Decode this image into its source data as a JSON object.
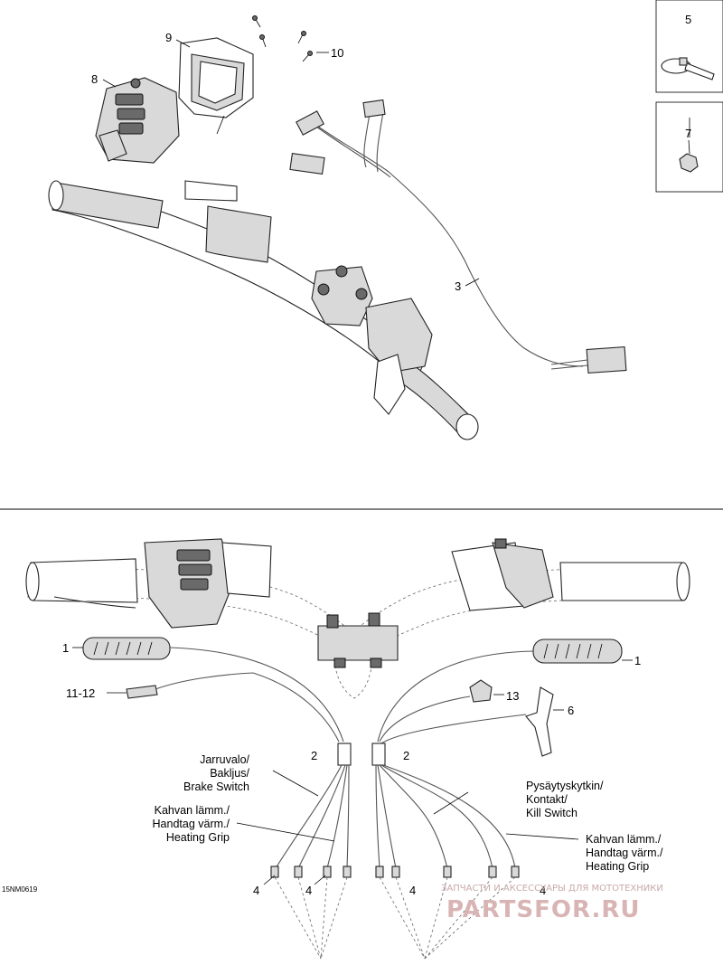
{
  "callouts": {
    "c1_left": "1",
    "c1_right": "1",
    "c2_left": "2",
    "c2_right": "2",
    "c3": "3",
    "c4_a": "4",
    "c4_b": "4",
    "c4_c": "4",
    "c4_d": "4",
    "c5": "5",
    "c6": "6",
    "c7": "7",
    "c8": "8",
    "c9": "9",
    "c10": "10",
    "c11_12": "11-12",
    "c13": "13"
  },
  "captions": {
    "brake_switch": [
      "Jarruvalo/",
      "Bakljus/",
      "Brake Switch"
    ],
    "heating_grip_left": [
      "Kahvan lämm./",
      "Handtag värm./",
      "Heating Grip"
    ],
    "kill_switch": [
      "Pysäytyskytkin/",
      "Kontakt/",
      "Kill Switch"
    ],
    "heating_grip_right": [
      "Kahvan lämm./",
      "Handtag värm./",
      "Heating Grip"
    ]
  },
  "drawing_code": "15NM0619",
  "watermark": {
    "tagline": "ЗАПЧАСТИ И АКСЕССУАРЫ ДЛЯ МОТОТЕХНИКИ",
    "brand": "PARTSFOR.RU"
  },
  "colors": {
    "line": "#000000",
    "part_fill": "#d9d9d9",
    "watermark": "#d9b4b4"
  }
}
